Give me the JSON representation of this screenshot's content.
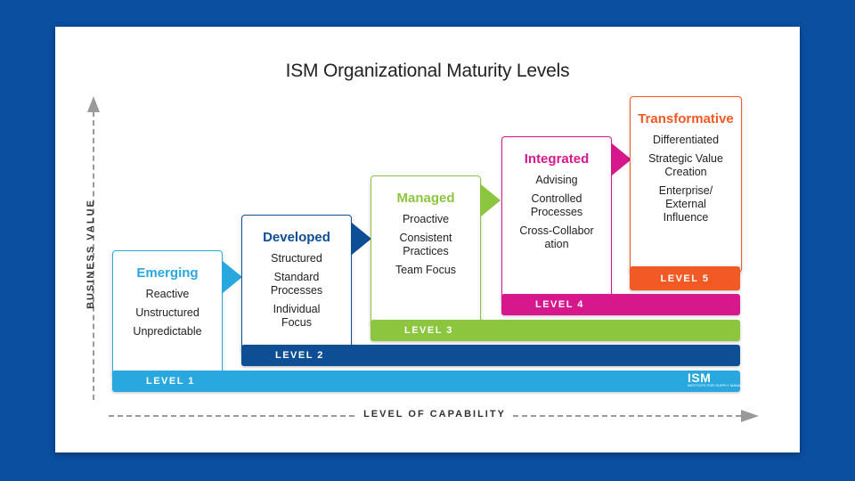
{
  "title": "ISM Organizational Maturity Levels",
  "axes": {
    "y_label": "BUSINESS VALUE",
    "x_label": "LEVEL OF CAPABILITY"
  },
  "colors": {
    "level1": "#29a8df",
    "level2": "#0d4e95",
    "level3": "#8cc63f",
    "level4": "#d6188c",
    "level5": "#f15a24",
    "background": "#0a4fa0"
  },
  "levels": [
    {
      "level_label": "LEVEL 1",
      "name": "Emerging",
      "items": [
        "Reactive",
        "Unstructured",
        "Unpredictable"
      ]
    },
    {
      "level_label": "LEVEL 2",
      "name": "Developed",
      "items": [
        "Structured",
        "Standard Processes",
        "Individual Focus"
      ]
    },
    {
      "level_label": "LEVEL 3",
      "name": "Managed",
      "items": [
        "Proactive",
        "Consistent Practices",
        "Team Focus"
      ]
    },
    {
      "level_label": "LEVEL 4",
      "name": "Integrated",
      "items": [
        "Advising",
        "Controlled Processes",
        "Cross-Collaboration"
      ]
    },
    {
      "level_label": "LEVEL 5",
      "name": "Transformative",
      "items": [
        "Differentiated",
        "Strategic Value Creation",
        "Enterprise/ External Influence"
      ]
    }
  ],
  "logo": {
    "text": "ISM",
    "tagline": "INSTITUTE FOR SUPPLY MANAGEMENT"
  }
}
